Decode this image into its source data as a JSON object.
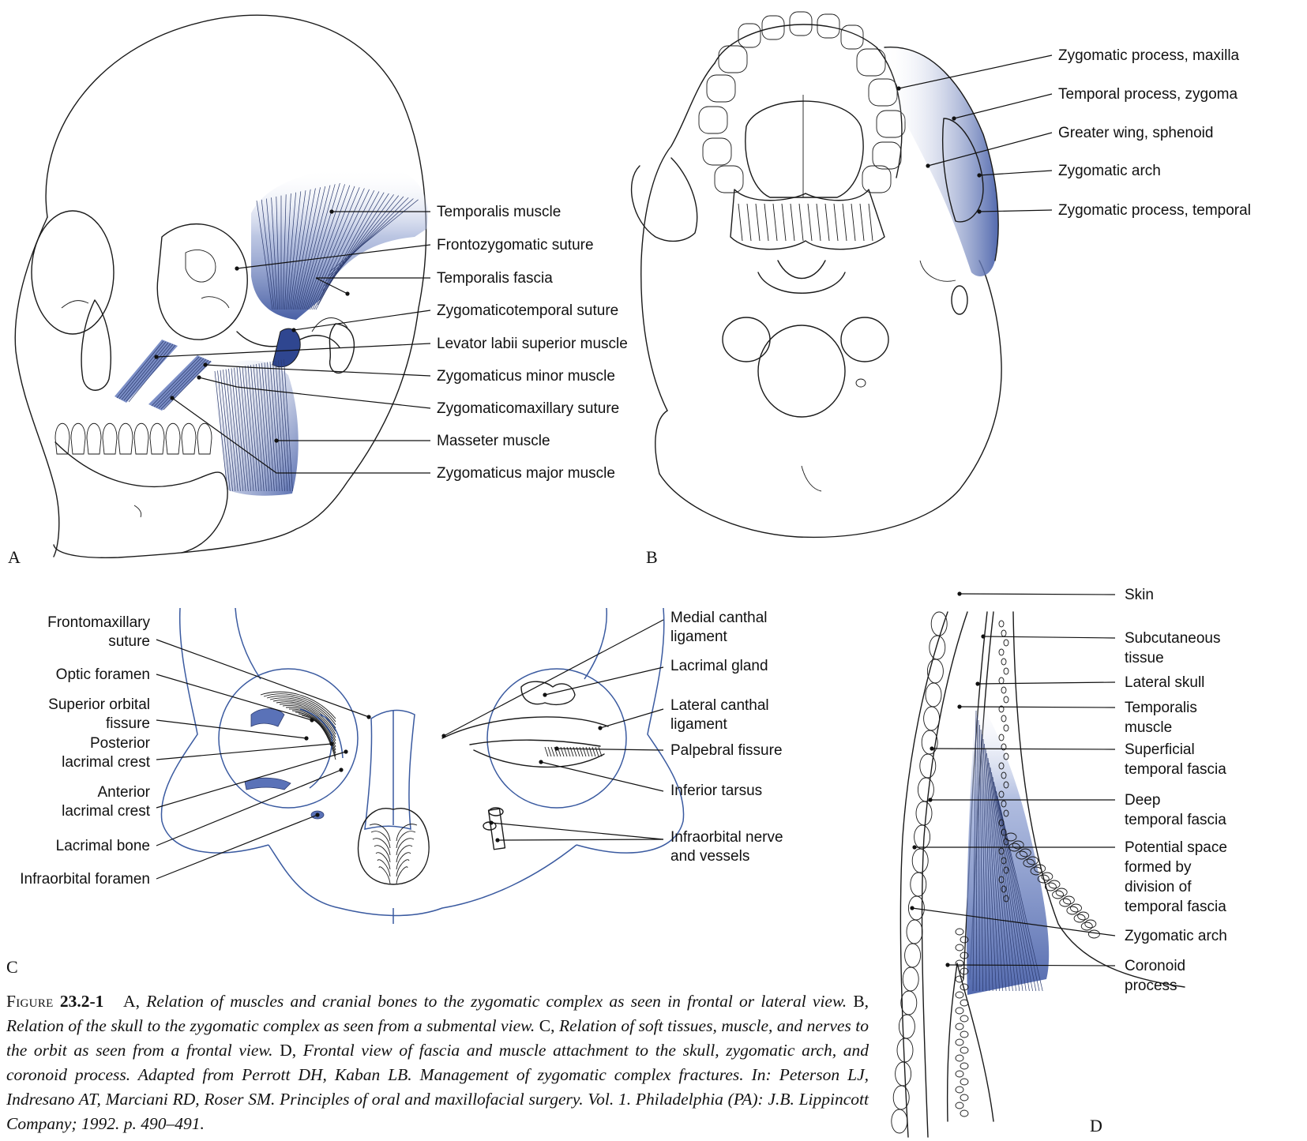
{
  "panels": {
    "A": {
      "letter": "A",
      "labels": [
        "Temporalis muscle",
        "Frontozygomatic suture",
        "Temporalis fascia",
        "Zygomaticotemporal suture",
        "Levator labii superior muscle",
        "Zygomaticus minor muscle",
        "Zygomaticomaxillary suture",
        "Masseter muscle",
        "Zygomaticus major muscle"
      ]
    },
    "B": {
      "letter": "B",
      "labels": [
        "Zygomatic process, maxilla",
        "Temporal process, zygoma",
        "Greater wing, sphenoid",
        "Zygomatic arch",
        "Zygomatic process, temporal"
      ]
    },
    "C": {
      "letter": "C",
      "left_labels": [
        [
          "Frontomaxillary",
          "suture"
        ],
        [
          "Optic foramen"
        ],
        [
          "Superior orbital",
          "fissure"
        ],
        [
          "Posterior",
          "lacrimal crest"
        ],
        [
          "Anterior",
          "lacrimal crest"
        ],
        [
          "Lacrimal bone"
        ],
        [
          "Infraorbital foramen"
        ]
      ],
      "right_labels": [
        [
          "Medial canthal",
          "ligament"
        ],
        [
          "Lacrimal gland"
        ],
        [
          "Lateral canthal",
          "ligament"
        ],
        [
          "Palpebral fissure"
        ],
        [
          "Inferior tarsus"
        ],
        [
          "Infraorbital nerve",
          "and vessels"
        ]
      ]
    },
    "D": {
      "letter": "D",
      "labels": [
        [
          "Skin"
        ],
        [
          "Subcutaneous",
          "tissue"
        ],
        [
          "Lateral skull"
        ],
        [
          "Temporalis",
          "muscle"
        ],
        [
          "Superficial",
          "temporal fascia"
        ],
        [
          "Deep",
          "temporal fascia"
        ],
        [
          "Potential space",
          "formed by",
          "division of",
          "temporal fascia"
        ],
        [
          "Zygomatic arch"
        ],
        [
          "Coronoid",
          "process"
        ]
      ]
    }
  },
  "caption": {
    "figure_word": "Figure",
    "figure_number": "23.2-1",
    "parts": [
      {
        "letter": "A,",
        "text": "Relation of muscles and cranial bones to the zygomatic complex as seen in frontal or lateral view."
      },
      {
        "letter": "B,",
        "text": "Relation of the skull to the zygomatic complex as seen from a submental view."
      },
      {
        "letter": "C,",
        "text": "Relation of soft tissues, muscle, and nerves to the orbit as seen from a frontal view."
      },
      {
        "letter": "D,",
        "text": "Frontal view of fascia and muscle attachment to the skull, zygomatic arch, and coronoid process. Adapted from Perrott DH, Kaban LB. Management of zygomatic complex fractures. In: Peterson LJ, Indresano AT, Marciani RD, Roser SM. Principles of oral and maxillofacial surgery. Vol. 1. Philadelphia (PA): J.B. Lippincott Company; 1992. p. 490–491."
      }
    ]
  },
  "colors": {
    "accent_blue": "#3a5aa0",
    "muscle_fill": "#7f93c8",
    "ink": "#1a1a1a"
  }
}
